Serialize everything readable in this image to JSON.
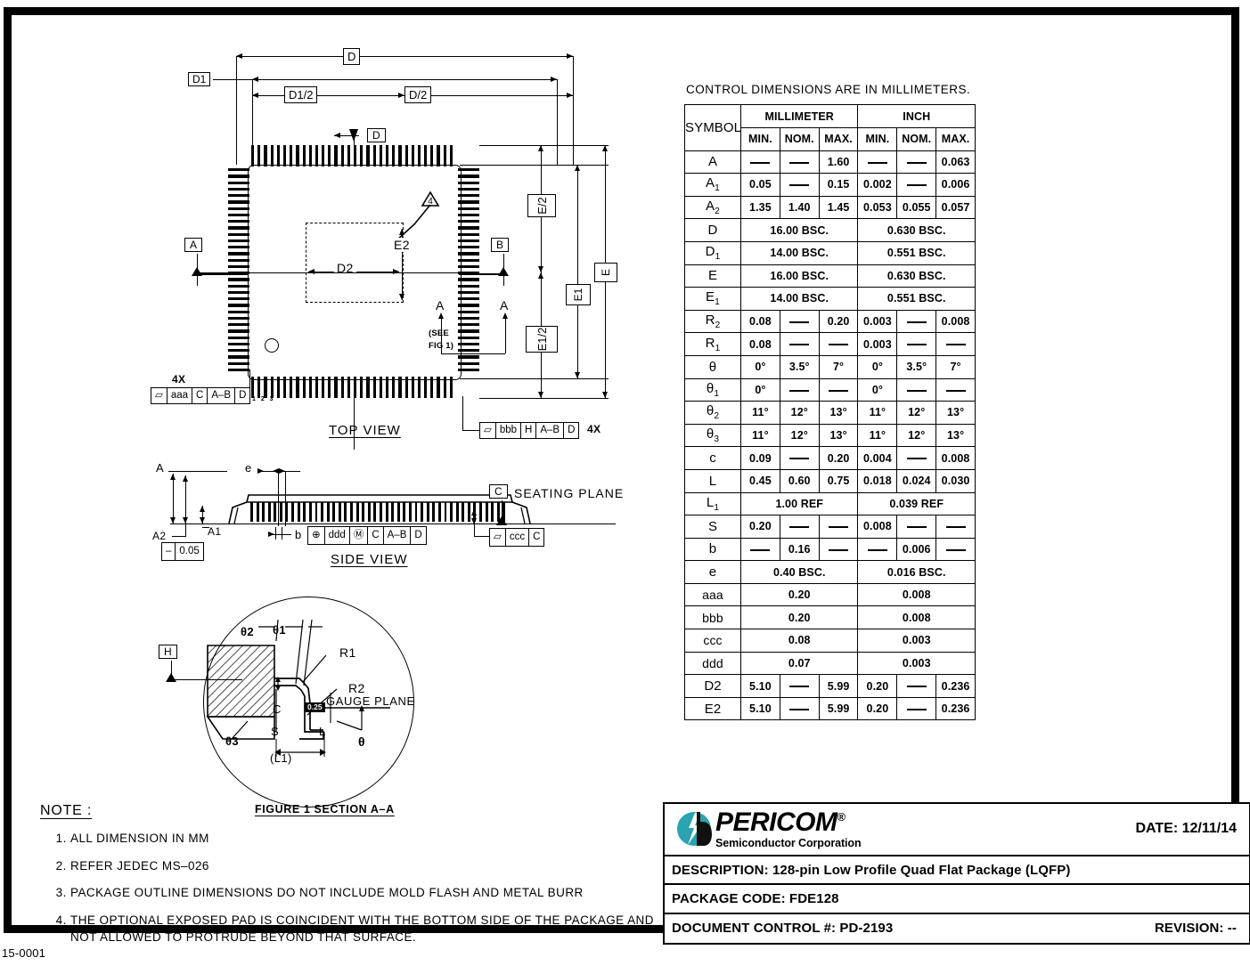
{
  "sheet_id": "15-0001",
  "table": {
    "control_note": "CONTROL DIMENSIONS ARE IN MILLIMETERS.",
    "symbol_header": "SYMBOL",
    "unit_groups": [
      "MILLIMETER",
      "INCH"
    ],
    "sub_headers": [
      "MIN.",
      "NOM.",
      "MAX.",
      "MIN.",
      "NOM.",
      "MAX."
    ],
    "rows": [
      {
        "symbol": "A",
        "sub": "",
        "span": false,
        "values": [
          "—",
          "—",
          "1.60",
          "—",
          "—",
          "0.063"
        ]
      },
      {
        "symbol": "A",
        "sub": "1",
        "span": false,
        "values": [
          "0.05",
          "—",
          "0.15",
          "0.002",
          "—",
          "0.006"
        ]
      },
      {
        "symbol": "A",
        "sub": "2",
        "span": false,
        "values": [
          "1.35",
          "1.40",
          "1.45",
          "0.053",
          "0.055",
          "0.057"
        ]
      },
      {
        "symbol": "D",
        "sub": "",
        "span": true,
        "values": [
          "16.00  BSC.",
          "0.630  BSC."
        ]
      },
      {
        "symbol": "D",
        "sub": "1",
        "span": true,
        "values": [
          "14.00  BSC.",
          "0.551  BSC."
        ]
      },
      {
        "symbol": "E",
        "sub": "",
        "span": true,
        "values": [
          "16.00  BSC.",
          "0.630  BSC."
        ]
      },
      {
        "symbol": "E",
        "sub": "1",
        "span": true,
        "values": [
          "14.00  BSC.",
          "0.551  BSC."
        ]
      },
      {
        "symbol": "R",
        "sub": "2",
        "span": false,
        "values": [
          "0.08",
          "—",
          "0.20",
          "0.003",
          "—",
          "0.008"
        ]
      },
      {
        "symbol": "R",
        "sub": "1",
        "span": false,
        "values": [
          "0.08",
          "—",
          "—",
          "0.003",
          "—",
          "—"
        ]
      },
      {
        "symbol": "θ",
        "sub": "",
        "span": false,
        "values": [
          "0°",
          "3.5°",
          "7°",
          "0°",
          "3.5°",
          "7°"
        ]
      },
      {
        "symbol": "θ",
        "sub": "1",
        "span": false,
        "values": [
          "0°",
          "—",
          "—",
          "0°",
          "—",
          "—"
        ]
      },
      {
        "symbol": "θ",
        "sub": "2",
        "span": false,
        "values": [
          "11°",
          "12°",
          "13°",
          "11°",
          "12°",
          "13°"
        ]
      },
      {
        "symbol": "θ",
        "sub": "3",
        "span": false,
        "values": [
          "11°",
          "12°",
          "13°",
          "11°",
          "12°",
          "13°"
        ]
      },
      {
        "symbol": "c",
        "sub": "",
        "span": false,
        "values": [
          "0.09",
          "—",
          "0.20",
          "0.004",
          "—",
          "0.008"
        ]
      },
      {
        "symbol": "L",
        "sub": "",
        "span": false,
        "values": [
          "0.45",
          "0.60",
          "0.75",
          "0.018",
          "0.024",
          "0.030"
        ]
      },
      {
        "symbol": "L",
        "sub": "1",
        "span": true,
        "values": [
          "1.00  REF",
          "0.039  REF"
        ]
      },
      {
        "symbol": "S",
        "sub": "",
        "span": false,
        "values": [
          "0.20",
          "—",
          "—",
          "0.008",
          "—",
          "—"
        ]
      },
      {
        "symbol": "b",
        "sub": "",
        "span": false,
        "values": [
          "—",
          "0.16",
          "—",
          "—",
          "0.006",
          "—"
        ]
      },
      {
        "symbol": "e",
        "sub": "",
        "span": true,
        "values": [
          "0.40  BSC.",
          "0.016  BSC."
        ]
      },
      {
        "symbol": "aaa",
        "sub": "",
        "span": true,
        "values": [
          "0.20",
          "0.008"
        ]
      },
      {
        "symbol": "bbb",
        "sub": "",
        "span": true,
        "values": [
          "0.20",
          "0.008"
        ]
      },
      {
        "symbol": "ccc",
        "sub": "",
        "span": true,
        "values": [
          "0.08",
          "0.003"
        ]
      },
      {
        "symbol": "ddd",
        "sub": "",
        "span": true,
        "values": [
          "0.07",
          "0.003"
        ]
      },
      {
        "symbol": "D2",
        "sub": "",
        "span": false,
        "values": [
          "5.10",
          "—",
          "5.99",
          "0.20",
          "—",
          "0.236"
        ]
      },
      {
        "symbol": "E2",
        "sub": "",
        "span": false,
        "values": [
          "5.10",
          "—",
          "5.99",
          "0.20",
          "—",
          "0.236"
        ]
      }
    ]
  },
  "top_view": {
    "caption": "TOP VIEW",
    "dim_D": "D",
    "dim_D1": "D1",
    "dim_D1_half": "D1/2",
    "dim_D_half": "D/2",
    "dim_D2": "D2",
    "dim_E2": "E2",
    "dim_E": "E",
    "dim_E1": "E1",
    "dim_E_half": "E/2",
    "dim_E1_half": "E1/2",
    "datum_D": "D",
    "datum_A": "A",
    "datum_B": "B",
    "section_A_left": "A",
    "section_A_right": "A",
    "see_fig_line1": "(SEE",
    "see_fig_line2": "FIG 1)",
    "note_flag": "4",
    "pin_numbers": "1 2 3",
    "fcf_left": {
      "qty": "4X",
      "cells": [
        "▱",
        "aaa",
        "C",
        "A–B",
        "D"
      ]
    },
    "fcf_bottom": {
      "cells": [
        "▱",
        "bbb",
        "H",
        "A–B",
        "D"
      ],
      "qty": "4X"
    }
  },
  "side_view": {
    "caption": "SIDE VIEW",
    "dim_A": "A",
    "dim_A1": "A1",
    "dim_A2": "A2",
    "dim_e": "e",
    "dim_b": "b",
    "seating_plane_label": "SEATING  PLANE",
    "datum_C": "C",
    "tol_box": {
      "sym": "–",
      "val": "0.05"
    },
    "fcf_b": {
      "cells": [
        "⊕",
        "ddd",
        "Ⓜ",
        "C",
        "A–B",
        "D"
      ]
    },
    "fcf_ccc": {
      "cells": [
        "▱",
        "ccc",
        "C"
      ]
    }
  },
  "detail_view": {
    "caption": "FIGURE 1  SECTION A–A",
    "datum_H": "H",
    "theta1": "θ1",
    "theta2": "θ2",
    "theta3": "θ3",
    "theta": "θ",
    "R1": "R1",
    "R2": "R2",
    "c": "C",
    "S": "S",
    "L": "L",
    "L1": "(L1)",
    "gauge_plane": "GAUGE  PLANE",
    "gauge_dim": "0.25"
  },
  "notes": {
    "heading": "NOTE :",
    "items": [
      "ALL  DIMENSION  IN  MM",
      "REFER  JEDEC  MS–026",
      "PACKAGE  OUTLINE  DIMENSIONS  DO  NOT  INCLUDE  MOLD  FLASH  AND  METAL  BURR",
      "THE  OPTIONAL  EXPOSED  PAD  IS  COINCIDENT  WITH  THE  BOTTOM  SIDE  OF  THE  PACKAGE  AND  NOT  ALLOWED  TO  PROTRUDE  BEYOND  THAT  SURFACE."
    ]
  },
  "title_block": {
    "company_name": "PERICOM",
    "company_trademark": "®",
    "company_tagline": "Semiconductor Corporation",
    "date_label": "DATE: 12/11/14",
    "description": "DESCRIPTION: 128-pin Low Profile Quad Flat Package (LQFP)",
    "package_code": "PACKAGE CODE: FDE128",
    "document_control": "DOCUMENT CONTROL #: PD-2193",
    "revision": "REVISION: --"
  },
  "colors": {
    "logo_teal": "#2ba3b0",
    "ink": "#000000",
    "paper": "#ffffff"
  }
}
